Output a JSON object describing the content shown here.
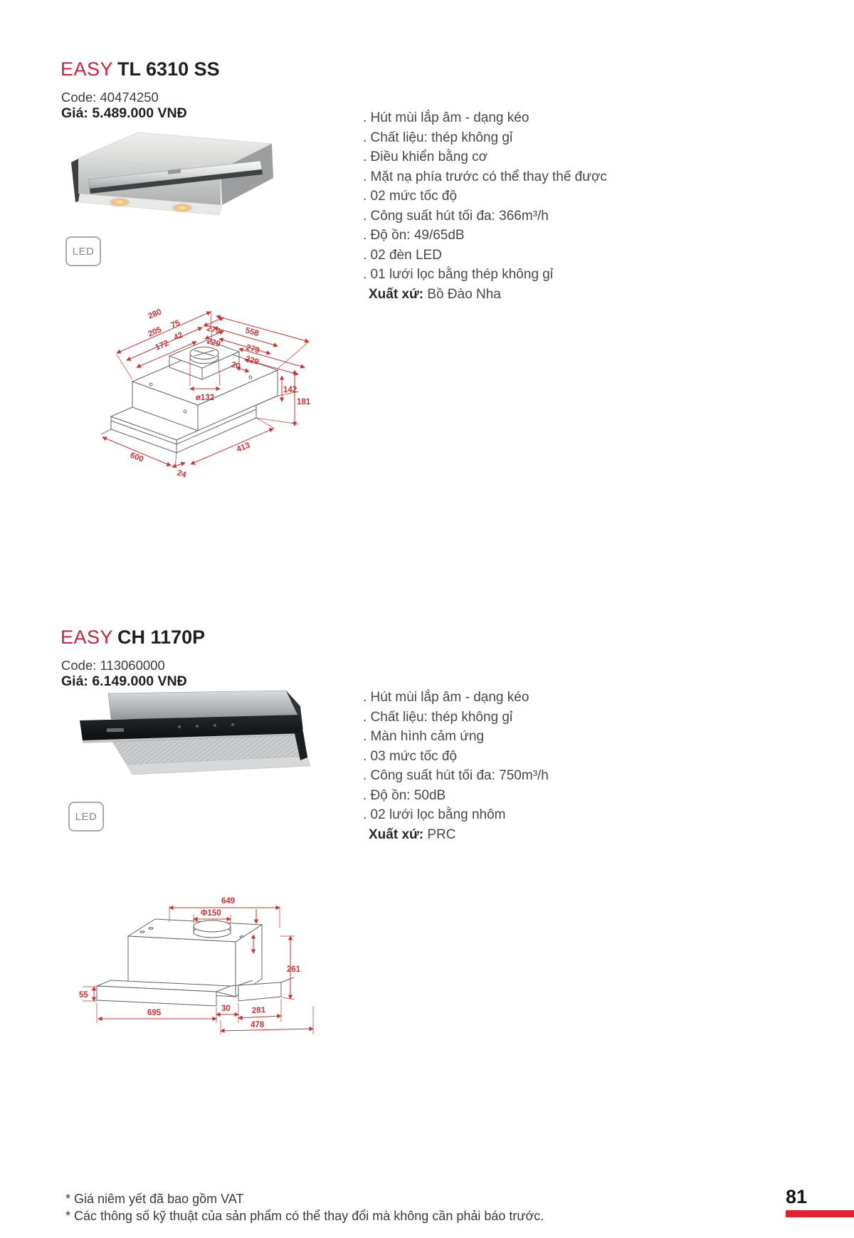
{
  "colors": {
    "accent_red": "#cf2238",
    "diagram_red": "#cd3131",
    "page_bar_red": "#e5202e"
  },
  "products": [
    {
      "brand": "EASY",
      "model": "TL 6310 SS",
      "code": "Code: 40474250",
      "price": "Giá: 5.489.000 VNĐ",
      "badge": "LED",
      "specs": [
        ". Hút mùi lắp âm - dạng kéo",
        ". Chất liệu: thép không gỉ",
        ". Điều khiển bằng cơ",
        ". Mặt nạ phía trước có thể thay thế được",
        ". 02 mức tốc độ",
        ". Công suất hút tối đa: 366m³/h",
        ". Độ ồn: 49/65dB",
        ". 02 đèn LED",
        ". 01 lưới lọc bằng thép không gỉ"
      ],
      "origin_label": "Xuất xứ:",
      "origin_value": " Bồ Đào Nha",
      "dims": [
        "280",
        "75",
        "279",
        "558",
        "205",
        "42",
        "229",
        "279",
        "172",
        "229",
        "20",
        "ø132",
        "142",
        "181",
        "600",
        "413",
        "24"
      ]
    },
    {
      "brand": "EASY",
      "model": "CH 1170P",
      "code": "Code: 113060000",
      "price": "Giá: 6.149.000 VNĐ",
      "badge": "LED",
      "specs": [
        ". Hút mùi lắp âm - dạng kéo",
        ". Chất liệu: thép không gỉ",
        ". Màn hình cảm ứng",
        ". 03 mức tốc độ",
        ". Công suất hút tối đa: 750m³/h",
        ". Độ ồn: 50dB",
        ". 02 lưới lọc bằng nhôm"
      ],
      "origin_label": "Xuất xứ:",
      "origin_value": " PRC",
      "dims": [
        "649",
        "Φ150",
        "261",
        "55",
        "695",
        "30",
        "281",
        "478"
      ]
    }
  ],
  "footer": {
    "note1": "* Giá niêm yết đã bao gồm VAT",
    "note2": "* Các thông số kỹ thuật của sản phẩm có thể thay đổi mà không cần phải báo trước.",
    "page": "81"
  }
}
